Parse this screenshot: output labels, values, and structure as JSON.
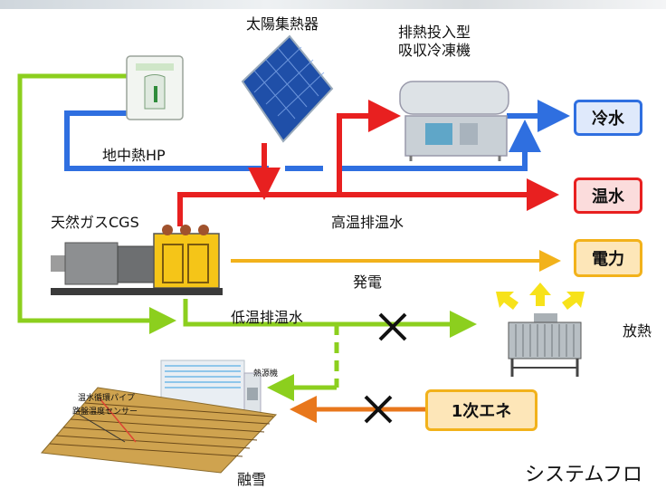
{
  "labels": {
    "solar_collector": "太陽集熱器",
    "absorption_chiller_line1": "排熱投入型",
    "absorption_chiller_line2": "吸収冷凍機",
    "ground_hp": "地中熱HP",
    "gas_cgs": "天然ガスCGS",
    "high_temp_water": "高温排温水",
    "power_generation": "発電",
    "low_temp_water": "低温排温水",
    "heat_release": "放熱",
    "snow_melting": "融雪",
    "system_flow": "システムフロ",
    "pipe_label": "温水循環パイプ",
    "sensor_label": "路盤温度センサー",
    "heat_source": "熱源機"
  },
  "outputs": {
    "cold_water": "冷水",
    "hot_water": "温水",
    "electricity": "電力",
    "primary_energy": "1次エネ"
  },
  "colors": {
    "cold": "#2f6fe0",
    "hot": "#e82020",
    "power": "#f2b21b",
    "low_temp": "#8ccf1e",
    "primary": "#e8771c",
    "cold_box_bg": "#dfe9fb",
    "hot_box_bg": "#fbdcdc",
    "power_box_bg": "#fde6b8"
  }
}
